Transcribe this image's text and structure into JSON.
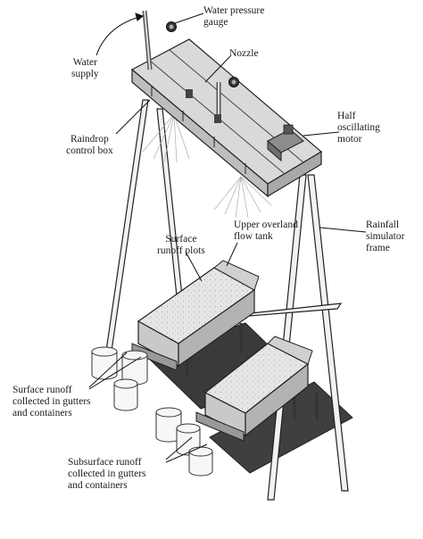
{
  "labels": {
    "water_supply": "Water\nsupply",
    "water_pressure_gauge": "Water pressure\ngauge",
    "nozzle": "Nozzle",
    "half_oscillating_motor": "Half\noscillating\nmotor",
    "raindrop_control_box": "Raindrop\ncontrol box",
    "rainfall_simulator_frame": "Rainfall\nsimulator\nframe",
    "upper_overland_flow_tank": "Upper overland\nflow tank",
    "surface_runoff_plots": "Surface\nrunoff plots",
    "surface_runoff_collected": "Surface runoff\ncollected in gutters\nand containers",
    "subsurface_runoff_collected": "Subsurface runoff\ncollected in gutters\nand containers"
  }
}
